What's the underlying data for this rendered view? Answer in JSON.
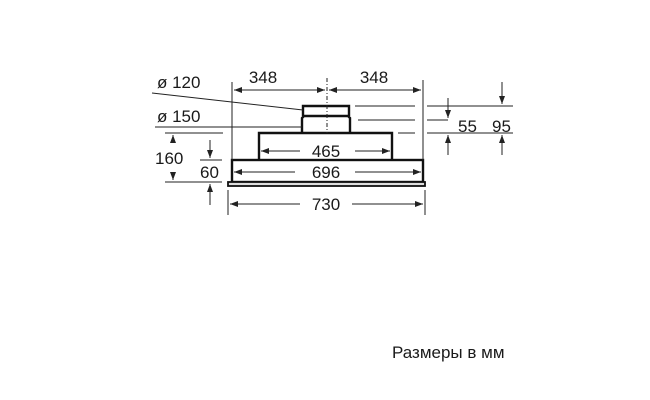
{
  "drawing": {
    "dimensions": {
      "half_width_left": "348",
      "half_width_right": "348",
      "duct_diameter_small": "ø 120",
      "duct_diameter_large": "ø 150",
      "total_height": "160",
      "body_height": "60",
      "step_width": "465",
      "body_width": "696",
      "overall_width": "730",
      "duct_height_inner": "55",
      "duct_height_outer": "95"
    },
    "caption": "Размеры в мм"
  }
}
